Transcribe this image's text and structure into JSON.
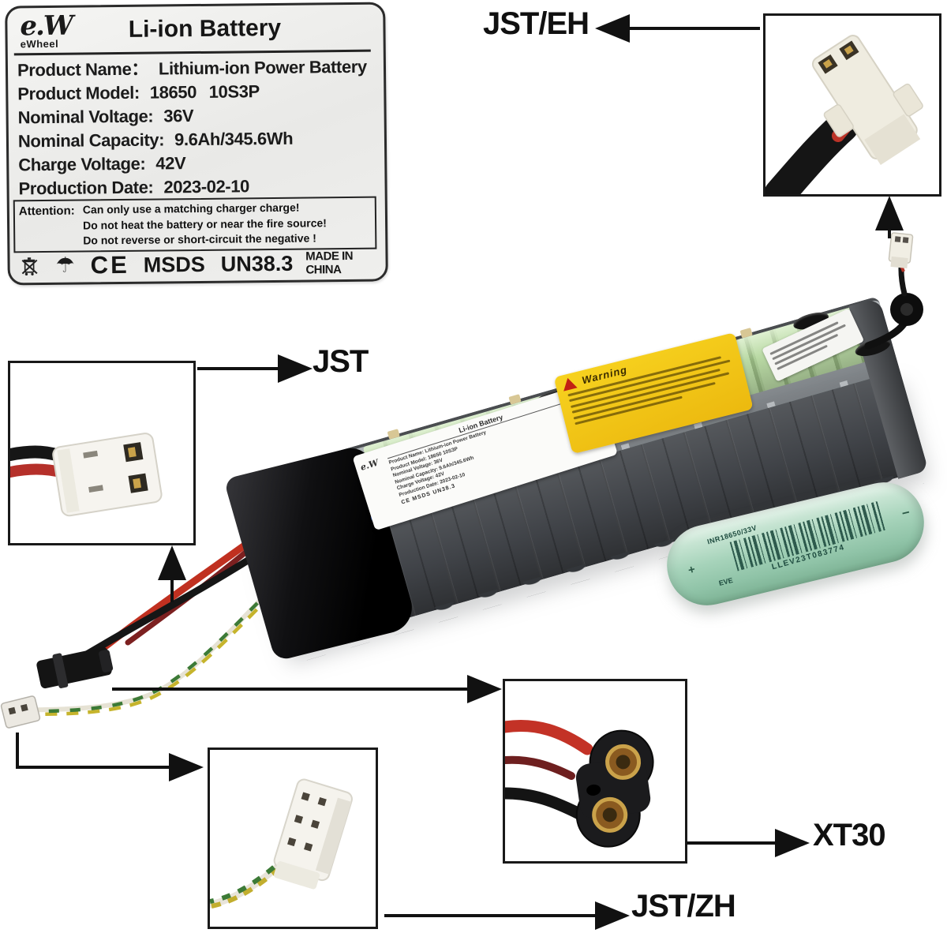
{
  "spec_label": {
    "brand": {
      "script": "e.W",
      "name": "eWheel"
    },
    "title": "Li-ion Battery",
    "rows": [
      {
        "label": "Product Name：",
        "value": "Lithium-ion Power Battery"
      },
      {
        "label": "Product Model:",
        "value": "18650 10S3P"
      },
      {
        "label": "Nominal Voltage:",
        "value": "36V"
      },
      {
        "label": "Nominal Capacity:",
        "value": "9.6Ah/345.6Wh"
      },
      {
        "label": "Charge Voltage:",
        "value": "42V"
      },
      {
        "label": "Production Date:",
        "value": "2023-02-10"
      }
    ],
    "attention": {
      "label": "Attention:",
      "lines": [
        "Can only use a matching charger charge!",
        "Do not heat the battery or near the fire source!",
        "Do not reverse or short-circuit the  negative !"
      ]
    },
    "certs": {
      "umbrella_glyph": "☂",
      "ce": "CE",
      "msds": "MSDS",
      "un": "UN38.3",
      "origin": "MADE IN CHINA"
    }
  },
  "callouts": {
    "jst_eh": "JST/EH",
    "jst": "JST",
    "xt30": "XT30",
    "jst_zh": "JST/ZH"
  },
  "battery_pack": {
    "warning_title": "Warning",
    "mini_label": {
      "script": "e.W",
      "title": "Li-ion Battery",
      "lines": [
        "Product Name: Lithium-ion Power Battery",
        "Product Model: 18650 10S3P",
        "Nominal Voltage: 36V",
        "Nominal Capacity: 9.6Ah/345.6Wh",
        "Charge Voltage: 42V",
        "Production Date: 2023-02-10"
      ],
      "footer": "CE MSDS UN38.3"
    }
  },
  "cell": {
    "model": "INR18650/33V",
    "brand": "EVE",
    "serial": "LLEV23T083774",
    "positive": "+",
    "negative": "−"
  },
  "colors": {
    "arrow": "#111111",
    "box_border": "#191919",
    "warning_yellow": "#f2c71d",
    "cell_green": "#a6d3ba",
    "pack_gray": "#46494d"
  }
}
